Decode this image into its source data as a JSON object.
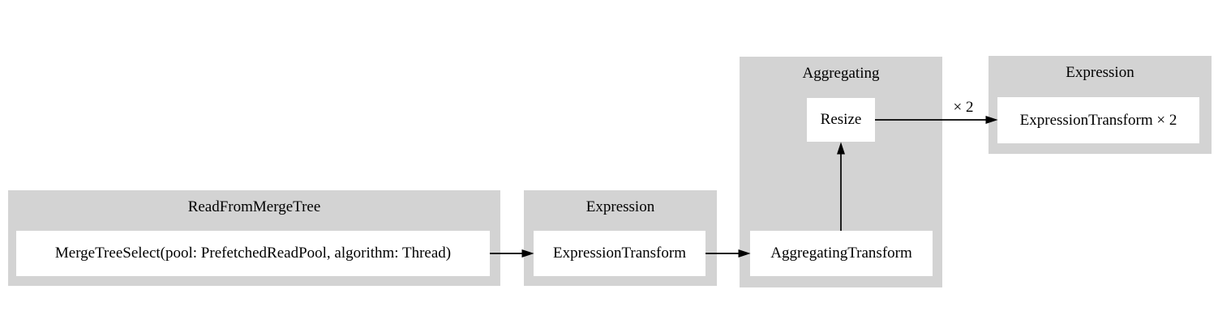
{
  "diagram": {
    "type": "pipeline-graph",
    "clusters": [
      {
        "id": "readfrommergetree",
        "label": "ReadFromMergeTree"
      },
      {
        "id": "expression-1",
        "label": "Expression"
      },
      {
        "id": "aggregating",
        "label": "Aggregating"
      },
      {
        "id": "expression-2",
        "label": "Expression"
      }
    ],
    "nodes": [
      {
        "id": "mergetreeselect",
        "cluster": "readfrommergetree",
        "label": "MergeTreeSelect(pool: PrefetchedReadPool, algorithm: Thread)"
      },
      {
        "id": "expressiontransform",
        "cluster": "expression-1",
        "label": "ExpressionTransform"
      },
      {
        "id": "aggregatingtransform",
        "cluster": "aggregating",
        "label": "AggregatingTransform"
      },
      {
        "id": "resize",
        "cluster": "aggregating",
        "label": "Resize"
      },
      {
        "id": "expressiontransform-x2",
        "cluster": "expression-2",
        "label": "ExpressionTransform × 2"
      }
    ],
    "edges": [
      {
        "from": "mergetreeselect",
        "to": "expressiontransform",
        "label": ""
      },
      {
        "from": "expressiontransform",
        "to": "aggregatingtransform",
        "label": ""
      },
      {
        "from": "aggregatingtransform",
        "to": "resize",
        "label": ""
      },
      {
        "from": "resize",
        "to": "expressiontransform-x2",
        "label": "× 2"
      }
    ],
    "colors": {
      "background": "#ffffff",
      "cluster_fill": "#d3d3d3",
      "node_fill": "#ffffff",
      "edge": "#000000",
      "text": "#000000"
    }
  }
}
